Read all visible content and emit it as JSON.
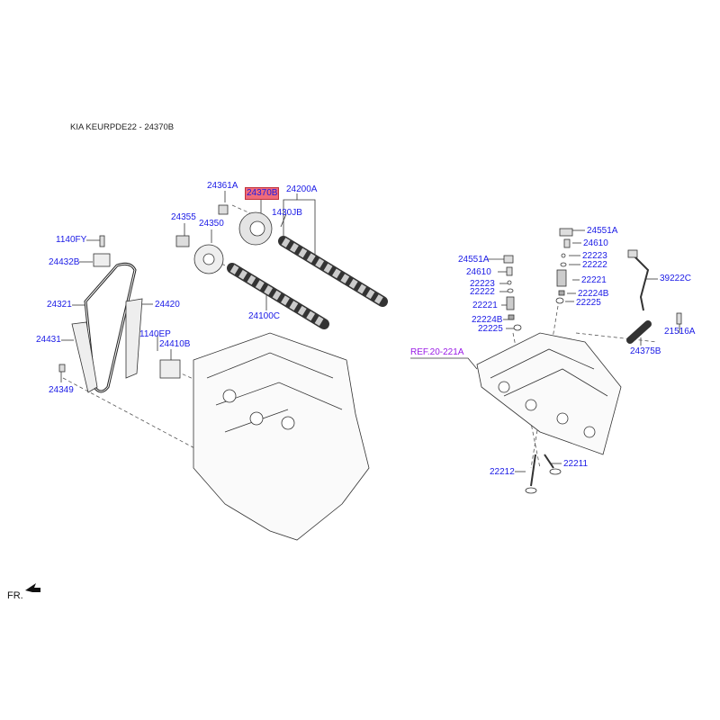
{
  "title": "KIA KEURPDE22 - 24370B",
  "highlighted_part": "24370B",
  "colors": {
    "label": "#1a1ae6",
    "highlight": "#f06a7a",
    "ref": "#9a1ae6"
  },
  "left_labels": {
    "p24361A": "24361A",
    "p24370B": "24370B",
    "p24200A": "24200A",
    "p1430JB": "1430JB",
    "p24355": "24355",
    "p24350": "24350",
    "p1140FY": "1140FY",
    "p24432B": "24432B",
    "p24321": "24321",
    "p24420": "24420",
    "p24100C": "24100C",
    "p1140EP": "1140EP",
    "p24431": "24431",
    "p24410B": "24410B",
    "p24349": "24349"
  },
  "right_labels": {
    "p24551A_a": "24551A",
    "p24610_a": "24610",
    "p22223_a": "22223",
    "p22222_a": "22222",
    "p22221_a": "22221",
    "p22224B_a": "22224B",
    "p22225_a": "22225",
    "p24551A_b": "24551A",
    "p24610_b": "24610",
    "p22223_b": "22223",
    "p22222_b": "22222",
    "p22221_b": "22221",
    "p22224B_b": "22224B",
    "p22225_b": "22225",
    "p39222C": "39222C",
    "p21516A": "21516A",
    "p24375B": "24375B",
    "p22211": "22211",
    "p22212": "22212",
    "ref": "REF.20-221A"
  },
  "front_indicator": "FR."
}
